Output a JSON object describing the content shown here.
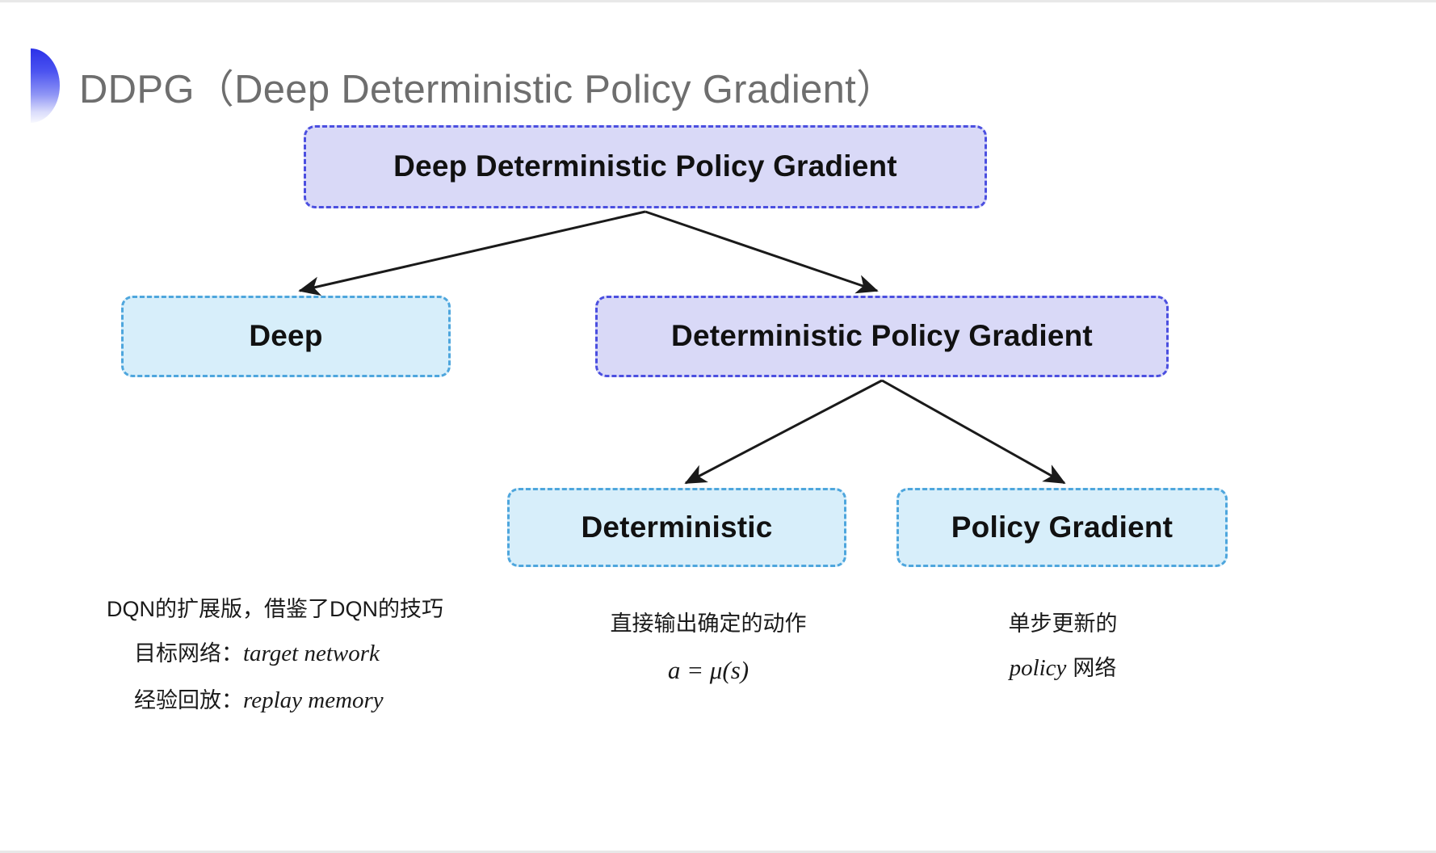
{
  "slide": {
    "title": "DDPG（Deep Deterministic Policy Gradient）",
    "bullet_icon": "half-circle-gradient-icon",
    "accent_colors": {
      "title_text": "#6e6e6e",
      "bullet_top": "#2b31e8",
      "bullet_bottom": "#f7f8fe",
      "purple_fill": "#d9d9f7",
      "purple_border": "#4b4fe0",
      "blue_fill": "#d7eefa",
      "blue_border": "#4ea6dd",
      "arrow": "#1a1a1a"
    }
  },
  "diagram": {
    "nodes": {
      "root": "Deep Deterministic Policy Gradient",
      "deep": "Deep",
      "dpg": "Deterministic Policy Gradient",
      "deterministic": "Deterministic",
      "policy_gradient": "Policy Gradient"
    }
  },
  "captions": {
    "deep": {
      "line1": "DQN的扩展版，借鉴了DQN的技巧",
      "line2_label": "目标网络：",
      "line2_term": "target network",
      "line3_label": "经验回放：",
      "line3_term": "replay memory"
    },
    "deterministic": {
      "line1": "直接输出确定的动作",
      "formula": "a = μ(s)"
    },
    "policy_gradient": {
      "line1": "单步更新的",
      "line2_term": "policy",
      "line2_suffix": "网络"
    }
  }
}
